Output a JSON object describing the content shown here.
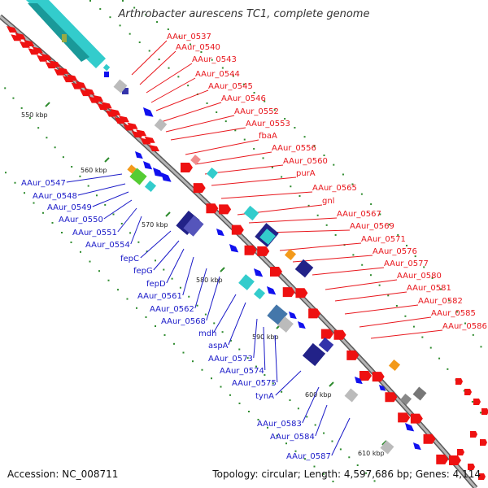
{
  "title": "Arthrobacter aurescens TC1, complete genome",
  "footer": {
    "accession": "Accession: NC_008711",
    "topology": "Topology: circular; Length: 4,597,686 bp; Genes: 4,114"
  },
  "colors": {
    "forward_label": "#e8161c",
    "reverse_label": "#1a1ac8",
    "forward_gene": "#ee1111",
    "reverse_gene": "#1111ee",
    "backbone": "#8c8c8c",
    "tick": "#2e8b2e",
    "cyan_feature": "#33cccc",
    "grey_feature": "#bbbbbb",
    "navy_feature": "#222288",
    "orange_feature": "#f39a1a",
    "green_feature": "#55cc33",
    "pink_feature": "#f08c8c"
  },
  "kbp_labels": [
    "550 kbp",
    "560 kbp",
    "570 kbp",
    "580 kbp",
    "590 kbp",
    "600 kbp",
    "610 kbp"
  ],
  "forward_genes": [
    "AAur_0537",
    "AAur_0540",
    "AAur_0543",
    "AAur_0544",
    "AAur_0545",
    "AAur_0546",
    "AAur_0552",
    "AAur_0553",
    "fbaA",
    "AAur_0556",
    "AAur_0560",
    "purA",
    "AAur_0565",
    "gnl",
    "AAur_0567",
    "AAur_0569",
    "AAur_0571",
    "AAur_0576",
    "AAur_0577",
    "AAur_0580",
    "AAur_0581",
    "AAur_0582",
    "AAur_0585",
    "AAur_0586"
  ],
  "reverse_genes": [
    "AAur_0547",
    "AAur_0548",
    "AAur_0549",
    "AAur_0550",
    "AAur_0551",
    "AAur_0554",
    "fepC",
    "fepG",
    "fepD",
    "AAur_0561",
    "AAur_0562",
    "AAur_0568",
    "mdh",
    "aspA",
    "AAur_0573",
    "AAur_0574",
    "AAur_0575",
    "tynA",
    "AAur_0583",
    "AAur_0584",
    "AAur_0587"
  ]
}
